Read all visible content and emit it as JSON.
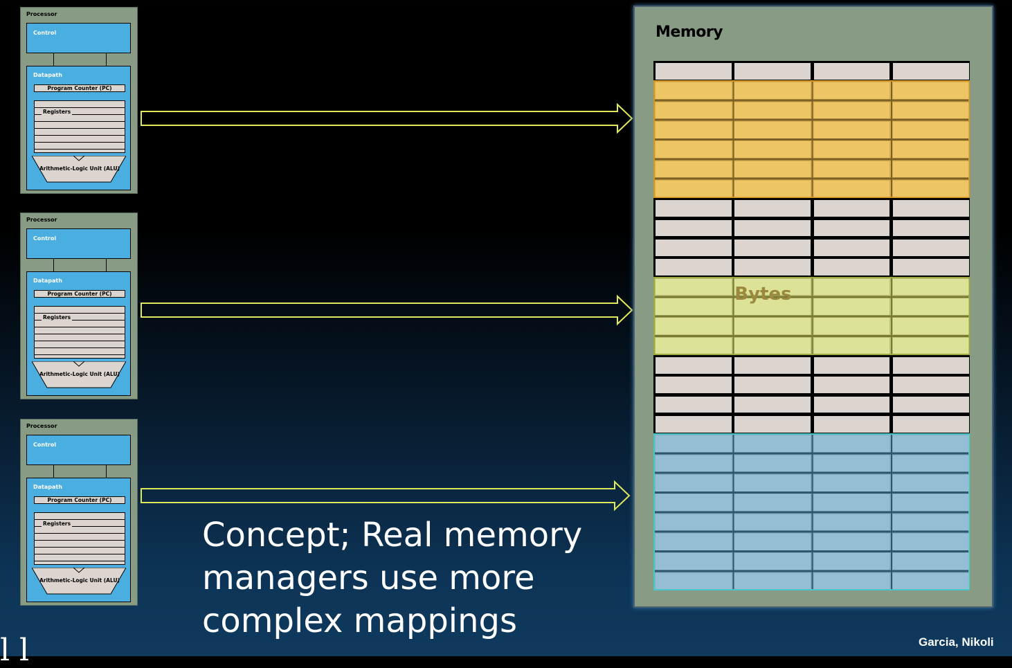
{
  "processors": [
    {
      "title": "Processor",
      "control": "Control",
      "datapath": "Datapath",
      "pc": "Program Counter (PC)",
      "registers": "Registers",
      "alu": "Arithmetic-Logic Unit (ALU)"
    },
    {
      "title": "Processor",
      "control": "Control",
      "datapath": "Datapath",
      "pc": "Program Counter (PC)",
      "registers": "Registers",
      "alu": "Arithmetic-Logic Unit (ALU)"
    },
    {
      "title": "Processor",
      "control": "Control",
      "datapath": "Datapath",
      "pc": "Program Counter (PC)",
      "registers": "Registers",
      "alu": "Arithmetic-Logic Unit (ALU)"
    }
  ],
  "memory": {
    "title": "Memory",
    "bytes_label": "Bytes"
  },
  "colors": {
    "orange": "#f0c45a",
    "yellow": "#dce58e",
    "blue": "#8fbdd6",
    "cell": "#dcd5cf",
    "arrow": "#e2e85a"
  },
  "caption": {
    "line1": "Concept; Real memory",
    "line2": "managers use more",
    "line3": "complex mappings"
  },
  "footer": "Garcia, Nikoli",
  "logo": "l l"
}
